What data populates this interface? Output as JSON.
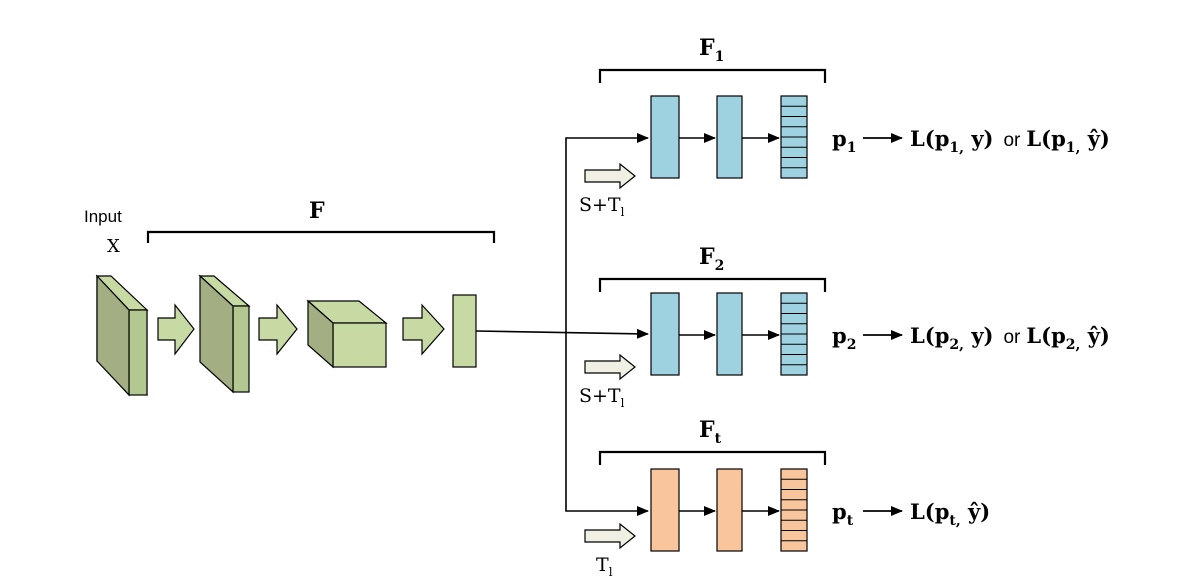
{
  "input": {
    "label": "Input",
    "var": "X"
  },
  "backbone": {
    "name": "F"
  },
  "heads": [
    {
      "name": "F",
      "sub": "1",
      "stream": "S+T",
      "stream_sub": "l",
      "out_p": "p",
      "out_p_sub": "1",
      "loss_a_head": "L(p",
      "loss_a_sub": "1,",
      "loss_a_tail": " y)",
      "or": "or",
      "loss_b_head": "L(p",
      "loss_b_sub": "1,",
      "loss_b_tail": " ŷ)"
    },
    {
      "name": "F",
      "sub": "2",
      "stream": "S+T",
      "stream_sub": "l",
      "out_p": "p",
      "out_p_sub": "2",
      "loss_a_head": "L(p",
      "loss_a_sub": "2,",
      "loss_a_tail": " y)",
      "or": "or",
      "loss_b_head": "L(p",
      "loss_b_sub": "2,",
      "loss_b_tail": " ŷ)"
    },
    {
      "name": "F",
      "sub": "t",
      "stream": "T",
      "stream_sub": "l",
      "out_p": "p",
      "out_p_sub": "t",
      "loss_a_head": "L(p",
      "loss_a_sub": "t,",
      "loss_a_tail": " ŷ)"
    }
  ],
  "colors": {
    "backbone_face": "#c8daa4",
    "backbone_side": "#a3ae82",
    "backbone_front": "#b3c890",
    "head_blue": "#9fd2e1",
    "head_orange": "#f9c59d",
    "stream_arrow": "#efefe3"
  }
}
